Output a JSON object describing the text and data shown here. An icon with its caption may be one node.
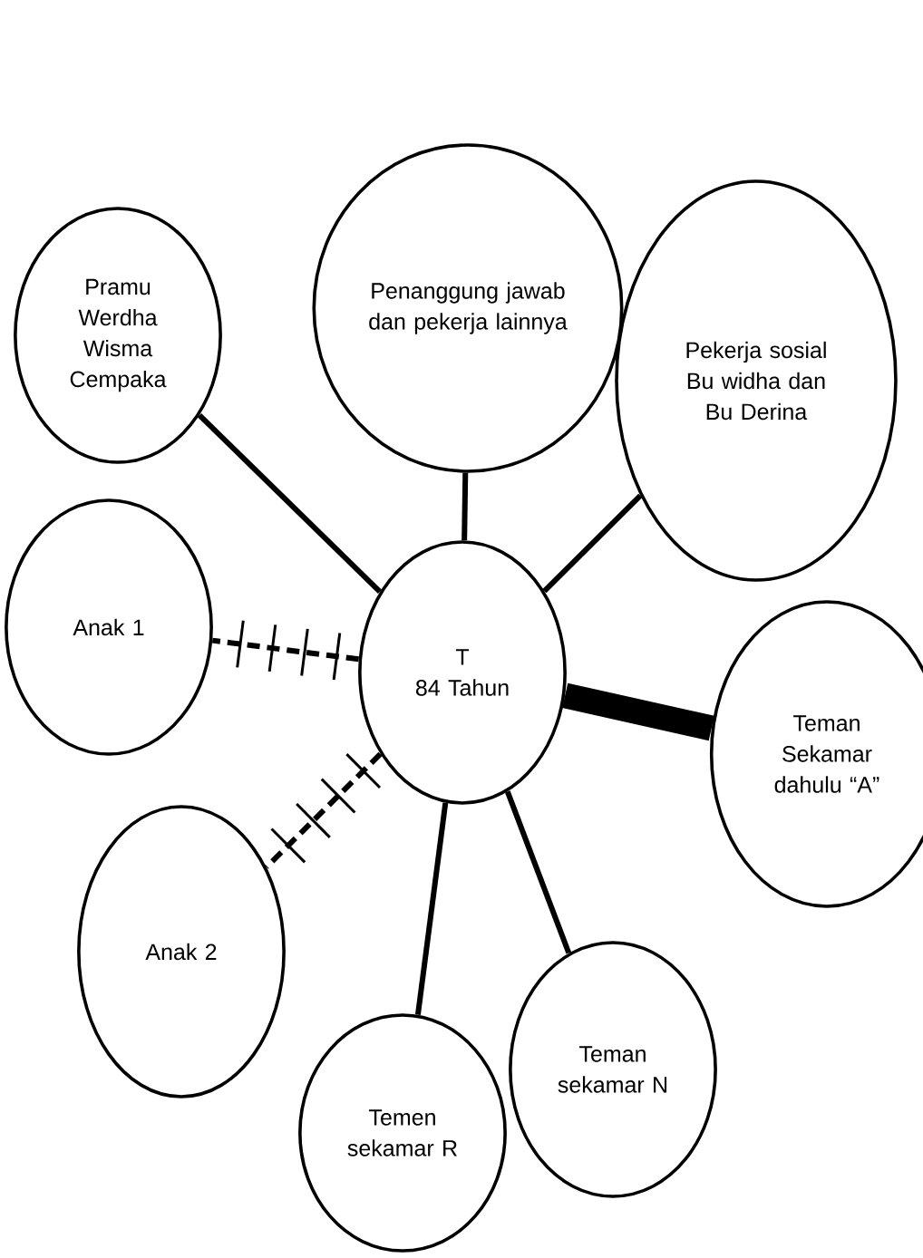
{
  "diagram": {
    "nodes": [
      {
        "text": [
          "T",
          "84 Tahun"
        ]
      },
      {
        "text": [
          "Penanggung jawab dan pekerja lainnya"
        ]
      },
      {
        "text": [
          "Pramu Werdha Wisma Cempaka"
        ]
      },
      {
        "text": [
          "Pekerja sosial Bu widha dan Bu Derina"
        ]
      },
      {
        "text": [
          "Anak 1"
        ]
      },
      {
        "text": [
          "Teman Sekamar dahulu “A”"
        ]
      },
      {
        "text": [
          "Anak 2"
        ]
      },
      {
        "text": [
          "Teman sekamar N"
        ]
      },
      {
        "text": [
          "Temen sekamar R"
        ]
      }
    ],
    "edges": [
      {
        "from": 0,
        "to": 1,
        "arrow": "none"
      },
      {
        "from": 0,
        "to": 2,
        "arrow": "none"
      },
      {
        "from": 0,
        "to": 3,
        "arrow": "none"
      },
      {
        "from": 0,
        "to": 4,
        "arrow": "none",
        "style": "dashed"
      },
      {
        "from": 0,
        "to": 5,
        "arrow": "none",
        "style": "thick"
      },
      {
        "from": 0,
        "to": 6,
        "arrow": "none",
        "style": "dashed"
      },
      {
        "from": 0,
        "to": 7,
        "arrow": "none"
      },
      {
        "from": 0,
        "to": 8,
        "arrow": "none"
      }
    ]
  }
}
